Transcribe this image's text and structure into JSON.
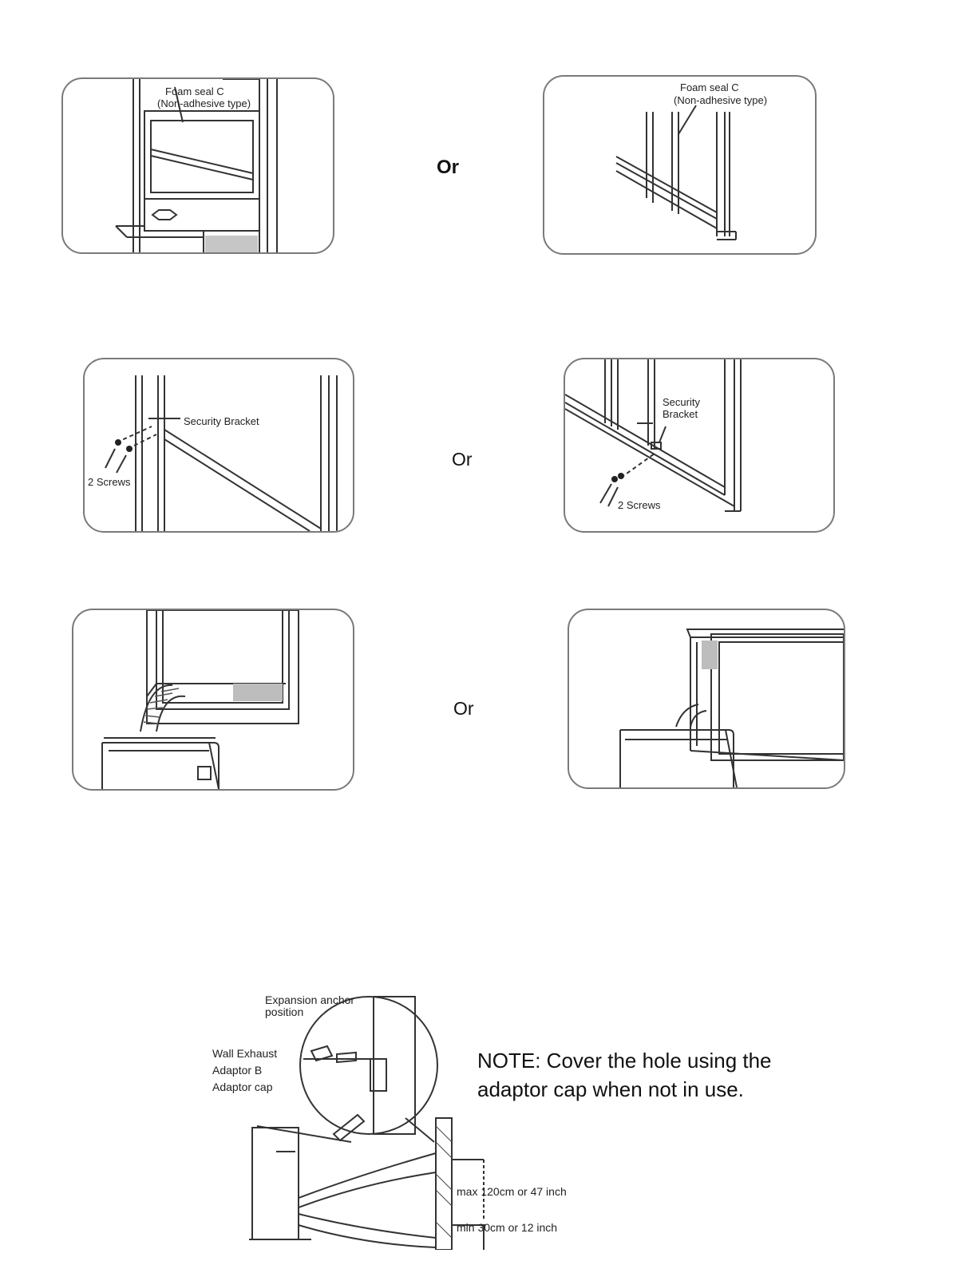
{
  "panel1": {
    "label_line1": "Foam seal C",
    "label_line2": "(Non-adhesive type)"
  },
  "panel2": {
    "label_line1": "Foam seal C",
    "label_line2": "(Non-adhesive type)"
  },
  "or_labels": [
    "Or",
    "Or",
    "Or"
  ],
  "panel3": {
    "bracket_label": "Security Bracket",
    "screws_label": "2 Screws"
  },
  "panel4": {
    "bracket_line1": "Security",
    "bracket_line2": "Bracket",
    "screws_label": "2 Screws"
  },
  "wall": {
    "anchor_line1": "Expansion anchor",
    "anchor_line2": "position",
    "adaptor_line1": "Wall Exhaust",
    "adaptor_line2": "Adaptor B",
    "cap_label": "Adaptor cap",
    "max_label": "max 120cm or 47 inch",
    "min_label": "min  30cm or 12 inch",
    "note_line1": "NOTE: Cover the hole using the",
    "note_line2": "adaptor cap when not in use."
  },
  "colors": {
    "line": "#3a3a3a",
    "frame": "#7a7a7a",
    "shade": "#bdbdbd"
  }
}
